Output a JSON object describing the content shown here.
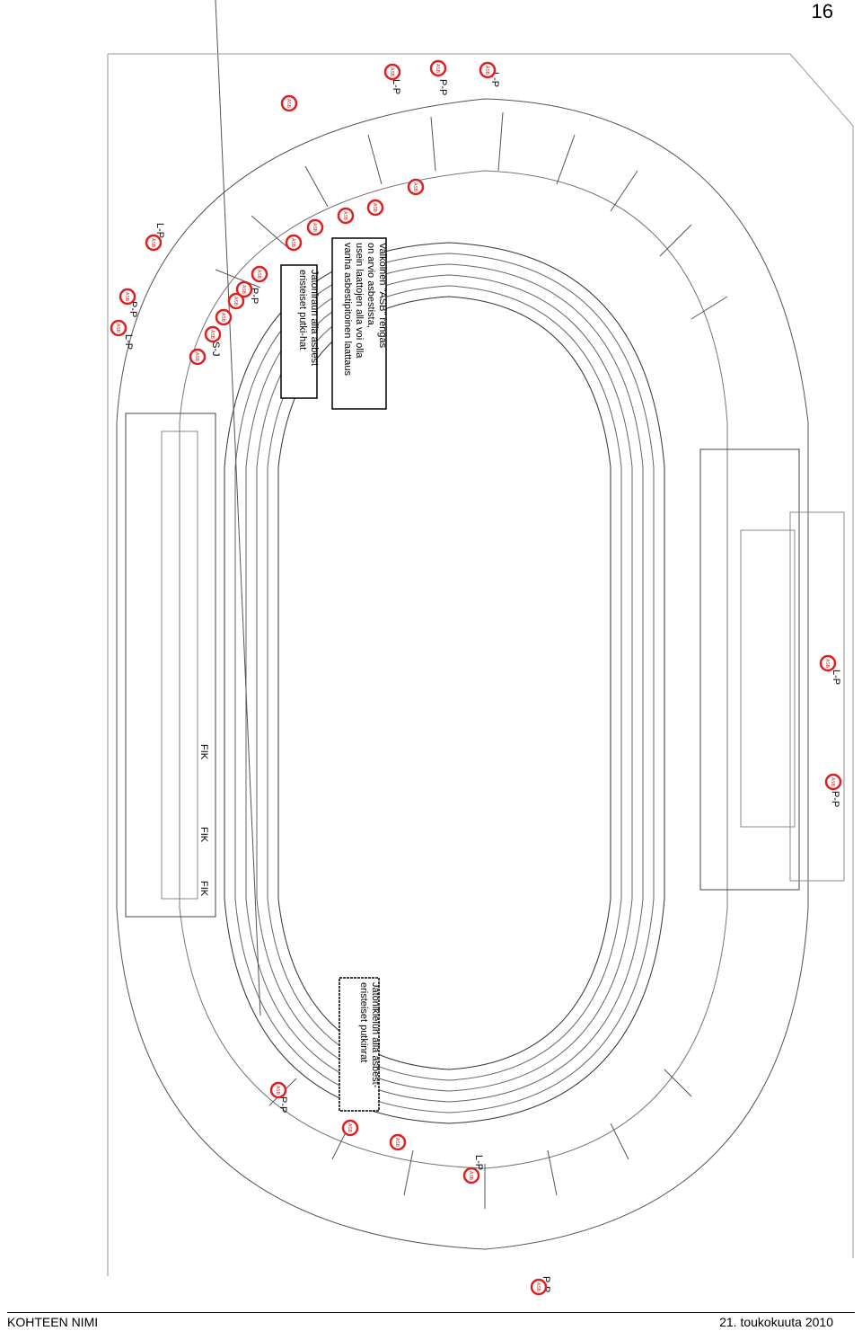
{
  "page_number": "16",
  "footer": {
    "project_name": "KOHTEEN NIMI",
    "date": "21. toukokuuta 2010"
  },
  "plan": {
    "notes": [
      {
        "lines": [
          "Valkoinen \"ASB\" rengas",
          "on arvio asbestista,",
          "usein laattojen alla voi olla",
          "vanha asbestipitoinen laattaus"
        ]
      },
      {
        "lines": [
          "Jatoniraun alla asbest",
          "eristeiset putki-hat"
        ]
      },
      {
        "lines": [
          "Jatonikielun alla asbest-",
          "eristeiset putkinrat"
        ]
      }
    ],
    "labels": {
      "fik_1": "FIK",
      "fik_2": "FIK",
      "fik_3": "FIK",
      "lp_1": "L-P",
      "pp_1": "P-P",
      "lp_2": "L-P",
      "sj_1": "S-J",
      "pp_2": "P-P",
      "lp_3": "L-P",
      "pp_3": "P-P",
      "lp_4": "L-P",
      "pp_4": "P-P",
      "lp_5": "L-P",
      "pp_5": "P-P",
      "lp_6": "L-P",
      "pp_6": "P-P"
    },
    "marker_label": "ASB",
    "marker_color": "#e02020"
  }
}
